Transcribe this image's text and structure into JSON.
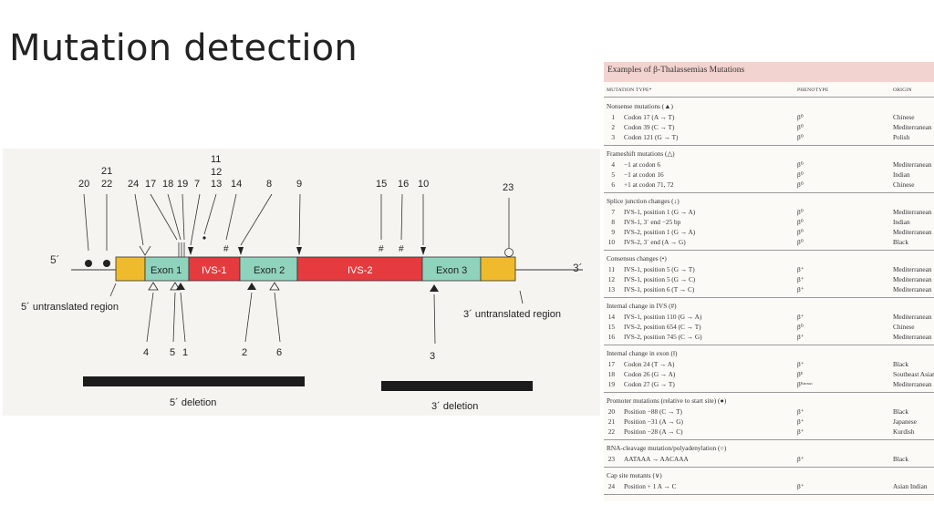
{
  "slide": {
    "title": "Mutation detection"
  },
  "diagram": {
    "labels": {
      "five_prime": "5´",
      "three_prime": "3´",
      "exon1": "Exon 1",
      "ivs1": "IVS-1",
      "exon2": "Exon 2",
      "ivs2": "IVS-2",
      "exon3": "Exon 3",
      "utr5": "5´ untranslated region",
      "utr3": "3´ untranslated region",
      "del5": "5´ deletion",
      "del3": "3´ deletion"
    },
    "top_numbers": [
      "20",
      "21",
      "22",
      "24",
      "17",
      "18",
      "19",
      "7",
      "11",
      "12",
      "13",
      "14",
      "8",
      "9",
      "15",
      "16",
      "10",
      "23"
    ],
    "bottom_numbers": [
      "4",
      "5",
      "1",
      "2",
      "6",
      "3"
    ],
    "colors": {
      "utr": "#efba2c",
      "exon": "#8fd3bd",
      "intron": "#e53b3f",
      "deletion_bar": "#1c1c1c"
    }
  },
  "table": {
    "title": "Examples of β-Thalassemias Mutations",
    "columns": [
      "MUTATION TYPE*",
      "PHENOTYPE",
      "ORIGIN"
    ],
    "sections": [
      {
        "heading": "Nonsense mutations (▲)",
        "rows": [
          {
            "num": "1",
            "mutation": "Codon  17 (A → T)",
            "phenotype": "β⁰",
            "origin": "Chinese"
          },
          {
            "num": "2",
            "mutation": "Codon  39 (C → T)",
            "phenotype": "β⁰",
            "origin": "Mediterranean"
          },
          {
            "num": "3",
            "mutation": "Codon 121 (G → T)",
            "phenotype": "β⁰",
            "origin": "Polish"
          }
        ]
      },
      {
        "heading": "Frameshift mutations (△)",
        "rows": [
          {
            "num": "4",
            "mutation": "−1 at codon 6",
            "phenotype": "β⁰",
            "origin": "Mediterranean"
          },
          {
            "num": "5",
            "mutation": "−1 at codon 16",
            "phenotype": "β⁰",
            "origin": "Indian"
          },
          {
            "num": "6",
            "mutation": "+1 at codon 71, 72",
            "phenotype": "β⁰",
            "origin": "Chinese"
          }
        ]
      },
      {
        "heading": "Splice junction changes (↓)",
        "rows": [
          {
            "num": "7",
            "mutation": "IVS-1, position 1 (G → A)",
            "phenotype": "β⁰",
            "origin": "Mediterranean"
          },
          {
            "num": "8",
            "mutation": "IVS-1, 3´ end     −25 bp",
            "phenotype": "β⁰",
            "origin": "Indian"
          },
          {
            "num": "9",
            "mutation": "IVS-2, position 1 (G → A)",
            "phenotype": "β⁰",
            "origin": "Mediterranean"
          },
          {
            "num": "10",
            "mutation": "IVS-2, 3´ end      (A → G)",
            "phenotype": "β⁰",
            "origin": "Black"
          }
        ]
      },
      {
        "heading": "Consensus changes (•)",
        "rows": [
          {
            "num": "11",
            "mutation": "IVS-1, position 5 (G → T)",
            "phenotype": "β⁺",
            "origin": "Mediterranean"
          },
          {
            "num": "12",
            "mutation": "IVS-1, position 5 (G → C)",
            "phenotype": "β⁺",
            "origin": "Mediterranean"
          },
          {
            "num": "13",
            "mutation": "IVS-1, position 6 (T → C)",
            "phenotype": "β⁺",
            "origin": "Mediterranean"
          }
        ]
      },
      {
        "heading": "Internal change in IVS (#)",
        "rows": [
          {
            "num": "14",
            "mutation": "IVS-1, position 110 (G → A)",
            "phenotype": "β⁺",
            "origin": "Mediterranean"
          },
          {
            "num": "15",
            "mutation": "IVS-2, position 654 (C → T)",
            "phenotype": "β⁰",
            "origin": "Chinese"
          },
          {
            "num": "16",
            "mutation": "IVS-2, position 745 (C → G)",
            "phenotype": "β⁺",
            "origin": "Mediterranean"
          }
        ]
      },
      {
        "heading": "Internal change in exon (‖)",
        "rows": [
          {
            "num": "17",
            "mutation": "Codon 24 (T → A)",
            "phenotype": "β⁺",
            "origin": "Black"
          },
          {
            "num": "18",
            "mutation": "Codon 26 (G → A)",
            "phenotype": "βᴱ",
            "origin": "Southeast Asian"
          },
          {
            "num": "19",
            "mutation": "Codon 27 (G → T)",
            "phenotype": "βᴷⁿᵒˢˢᵒ",
            "origin": "Mediterranean"
          }
        ]
      },
      {
        "heading": "Promoter mutations (relative to start site) (●)",
        "rows": [
          {
            "num": "20",
            "mutation": "Position −88 (C → T)",
            "phenotype": "β⁺",
            "origin": "Black"
          },
          {
            "num": "21",
            "mutation": "Position −31 (A → G)",
            "phenotype": "β⁺",
            "origin": "Japanese"
          },
          {
            "num": "22",
            "mutation": "Position −28 (A → C)",
            "phenotype": "β⁺",
            "origin": "Kurdish"
          }
        ]
      },
      {
        "heading": "RNA-cleavage mutation/polyadenylation (○)",
        "rows": [
          {
            "num": "23",
            "mutation": "AATAAA → AACAAA",
            "phenotype": "β⁺",
            "origin": "Black"
          }
        ]
      },
      {
        "heading": "Cap site mutants (∨)",
        "rows": [
          {
            "num": "24",
            "mutation": "Position + 1 A → C",
            "phenotype": "β⁺",
            "origin": "Asian Indian"
          }
        ]
      }
    ]
  }
}
